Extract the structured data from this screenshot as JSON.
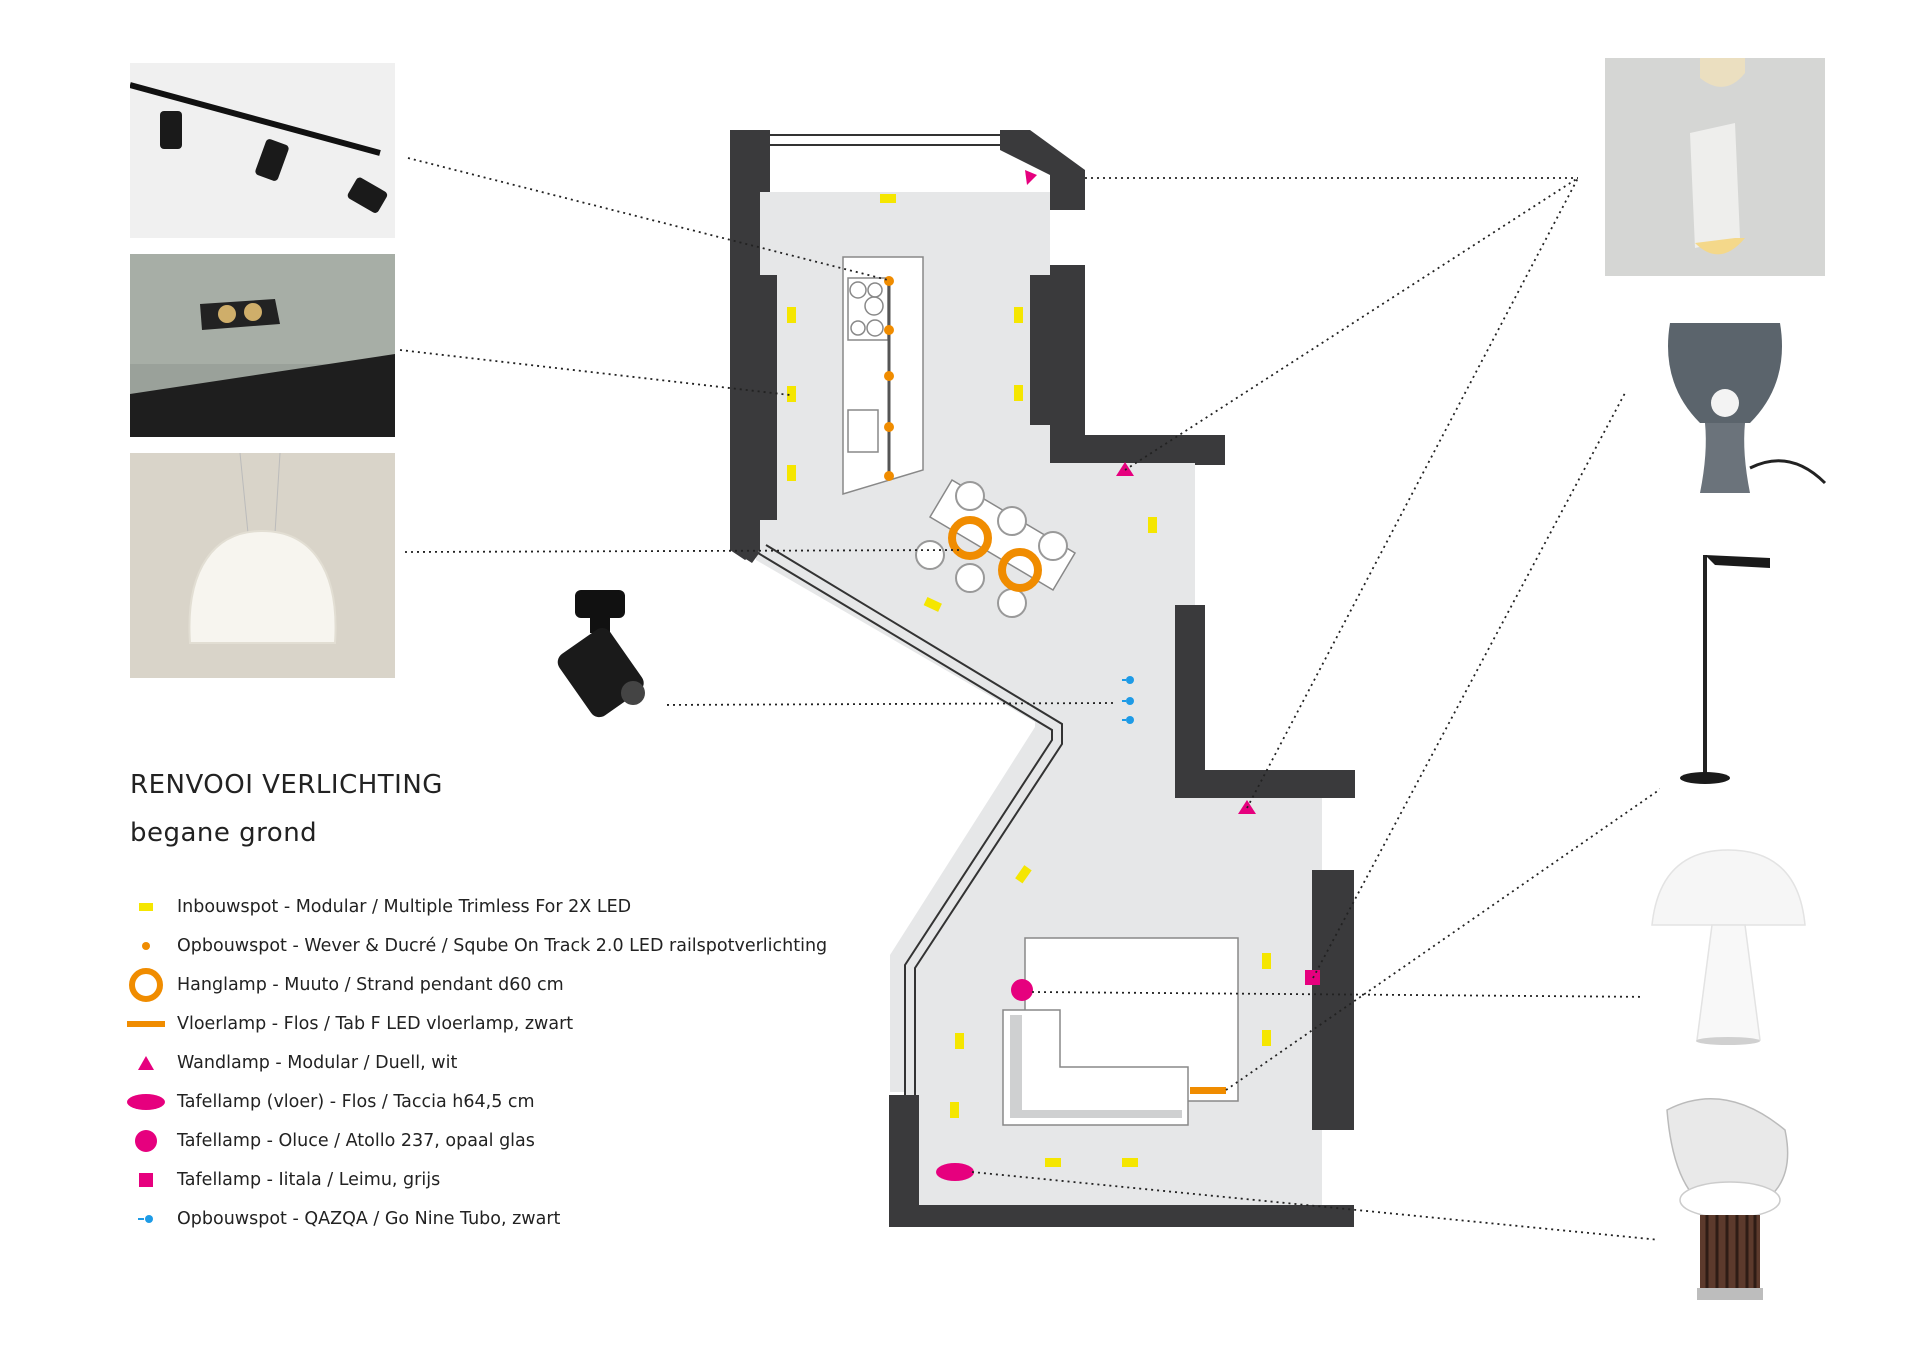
{
  "legend": {
    "title": "RENVOOI VERLICHTING",
    "subtitle": "begane grond",
    "items": [
      {
        "symbol": "yellow-rect",
        "label": "Inbouwspot - Modular  / Multiple Trimless For 2X LED"
      },
      {
        "symbol": "orange-dot",
        "label": "Opbouwspot - Wever & Ducré / Sqube On Track 2.0 LED railspotverlichting"
      },
      {
        "symbol": "orange-ring",
        "label": "Hanglamp - Muuto / Strand pendant d60 cm"
      },
      {
        "symbol": "orange-bar",
        "label": "Vloerlamp - Flos / Tab F LED vloerlamp, zwart"
      },
      {
        "symbol": "magenta-triangle",
        "label": "Wandlamp - Modular / Duell, wit"
      },
      {
        "symbol": "magenta-ellipse",
        "label": "Tafellamp (vloer) - Flos / Taccia h64,5 cm"
      },
      {
        "symbol": "magenta-circle",
        "label": "Tafellamp - Oluce / Atollo 237, opaal glas"
      },
      {
        "symbol": "magenta-square",
        "label": "Tafellamp - Iitala / Leimu, grijs"
      },
      {
        "symbol": "blue-dot",
        "label": "Opbouwspot - QAZQA / Go Nine Tubo, zwart"
      }
    ]
  },
  "colors": {
    "yellow": "#f5e600",
    "orange": "#f08c00",
    "magenta": "#e6007e",
    "blue": "#1e9be6",
    "wall": "#3a3a3c",
    "floor": "#e6e7e8"
  },
  "photos": [
    {
      "name": "track-spot-photo",
      "icon": "track-light-icon"
    },
    {
      "name": "recessed-spot-photo",
      "icon": "recessed-spot-icon"
    },
    {
      "name": "pendant-photo",
      "icon": "pendant-lamp-icon"
    },
    {
      "name": "surface-spot-photo",
      "icon": "surface-spot-icon"
    },
    {
      "name": "wall-lamp-photo",
      "icon": "wall-lamp-icon"
    },
    {
      "name": "leimu-lamp-photo",
      "icon": "table-lamp-icon"
    },
    {
      "name": "floor-lamp-photo",
      "icon": "floor-lamp-icon"
    },
    {
      "name": "atollo-lamp-photo",
      "icon": "mushroom-lamp-icon"
    },
    {
      "name": "taccia-lamp-photo",
      "icon": "taccia-lamp-icon"
    }
  ]
}
